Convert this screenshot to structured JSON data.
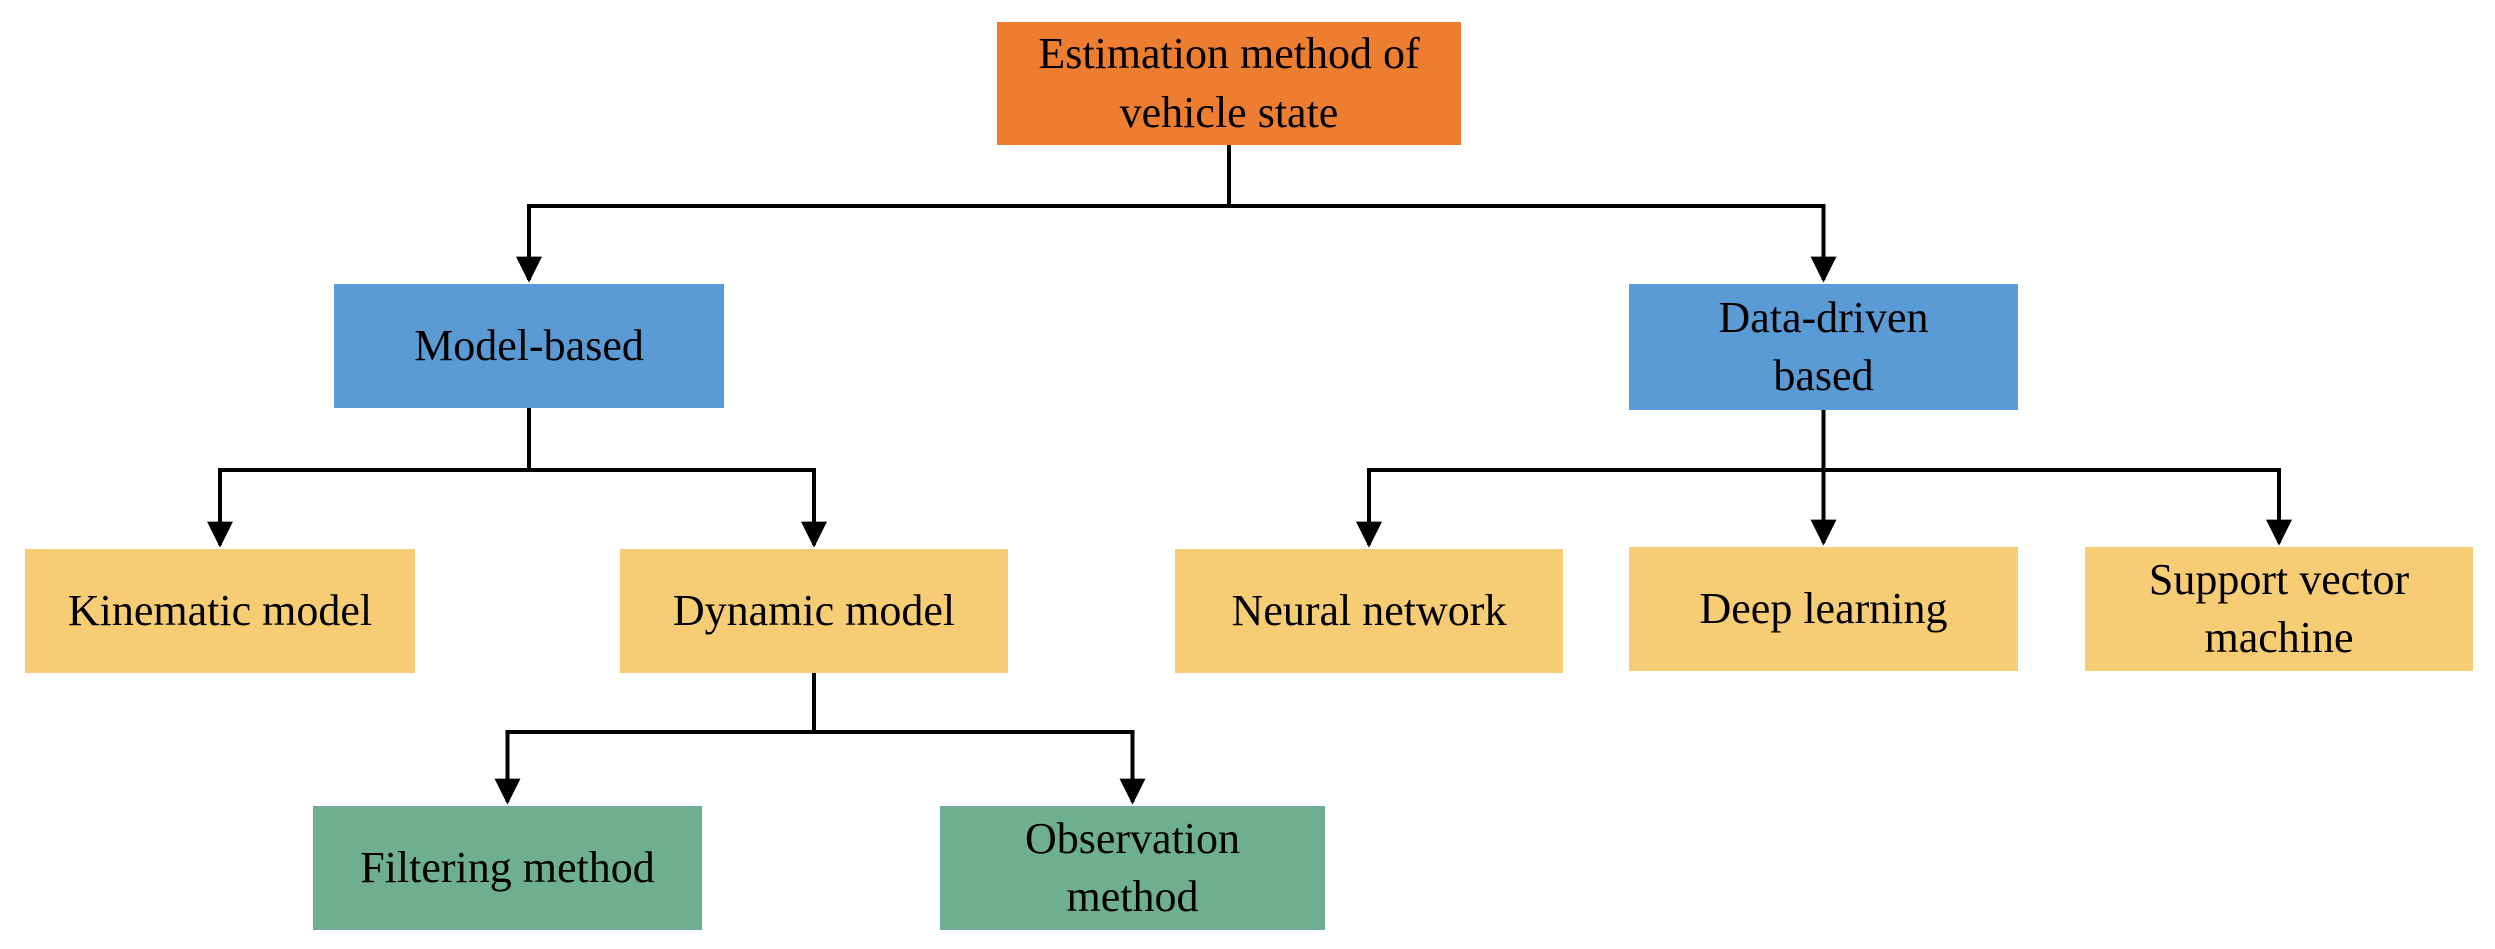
{
  "diagram": {
    "colors": {
      "root": "#ED7D31",
      "category": "#5B9BD5",
      "model": "#F6CC75",
      "method": "#6FAF91",
      "connector": "#000000"
    },
    "nodes": {
      "root": {
        "line1": "Estimation method of",
        "line2": "vehicle state"
      },
      "model_based": {
        "label": "Model-based"
      },
      "data_driven": {
        "line1": "Data-driven",
        "line2": "based"
      },
      "kinematic": {
        "label": "Kinematic model"
      },
      "dynamic": {
        "label": "Dynamic model"
      },
      "neural": {
        "label": "Neural network"
      },
      "deep": {
        "label": "Deep learning"
      },
      "svm": {
        "line1": "Support vector",
        "line2": "machine"
      },
      "filtering": {
        "label": "Filtering method"
      },
      "observation": {
        "line1": "Observation",
        "line2": "method"
      }
    },
    "edges": [
      {
        "from": "root",
        "to": "model_based"
      },
      {
        "from": "root",
        "to": "data_driven"
      },
      {
        "from": "model_based",
        "to": "kinematic"
      },
      {
        "from": "model_based",
        "to": "dynamic"
      },
      {
        "from": "data_driven",
        "to": "neural"
      },
      {
        "from": "data_driven",
        "to": "deep"
      },
      {
        "from": "data_driven",
        "to": "svm"
      },
      {
        "from": "dynamic",
        "to": "filtering"
      },
      {
        "from": "dynamic",
        "to": "observation"
      }
    ]
  }
}
